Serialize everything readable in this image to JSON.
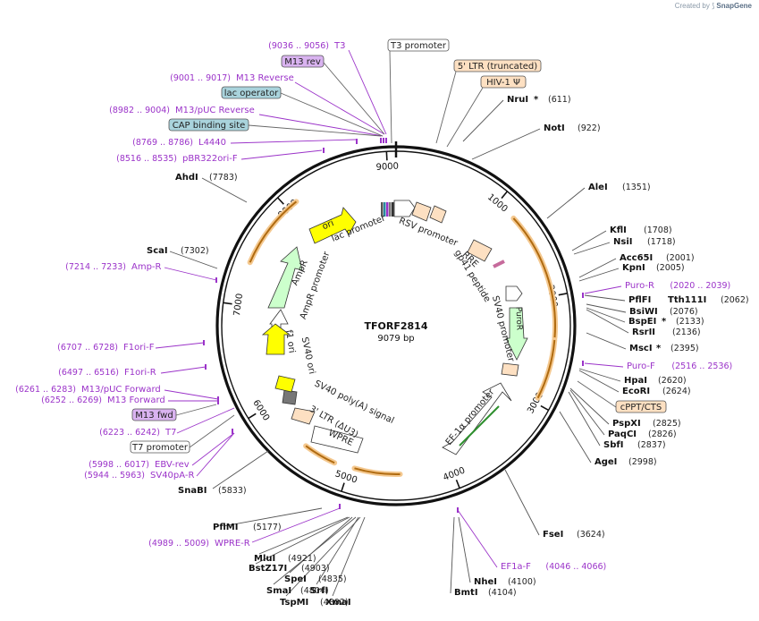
{
  "credit": {
    "prefix": "Created by",
    "brand": "SnapGene"
  },
  "plasmid": {
    "name": "TFORF2814",
    "size": "9079 bp"
  },
  "ticks": [
    "1000",
    "2000",
    "3000",
    "4000",
    "5000",
    "6000",
    "7000",
    "8000",
    "9000"
  ],
  "enzymes": [
    {
      "name": "NruI",
      "star": "*",
      "pos": "(611)"
    },
    {
      "name": "NotI",
      "pos": "(922)"
    },
    {
      "name": "AleI",
      "pos": "(1351)"
    },
    {
      "name": "KflI",
      "pos": "(1708)"
    },
    {
      "name": "NsiI",
      "pos": "(1718)"
    },
    {
      "name": "Acc65I",
      "pos": "(2001)"
    },
    {
      "name": "KpnI",
      "pos": "(2005)"
    },
    {
      "name": "PflFI",
      "pos": ""
    },
    {
      "name": "Tth111I",
      "pos": "(2062)"
    },
    {
      "name": "BsiWI",
      "pos": "(2076)"
    },
    {
      "name": "BspEI",
      "star": "*",
      "pos": "(2133)"
    },
    {
      "name": "RsrII",
      "pos": "(2136)"
    },
    {
      "name": "MscI",
      "star": "*",
      "pos": "(2395)"
    },
    {
      "name": "HpaI",
      "pos": "(2620)"
    },
    {
      "name": "EcoRI",
      "pos": "(2624)"
    },
    {
      "name": "PspXI",
      "pos": "(2825)"
    },
    {
      "name": "PaqCI",
      "pos": "(2826)"
    },
    {
      "name": "SbfI",
      "pos": "(2837)"
    },
    {
      "name": "AgeI",
      "pos": "(2998)"
    },
    {
      "name": "FseI",
      "pos": "(3624)"
    },
    {
      "name": "NheI",
      "pos": "(4100)"
    },
    {
      "name": "BmtI",
      "pos": "(4104)"
    },
    {
      "name": "XmaI",
      "pos": ""
    },
    {
      "name": "TspMI",
      "pos": "(4802)"
    },
    {
      "name": "SrfI",
      "pos": ""
    },
    {
      "name": "SmaI",
      "pos": "(4804)"
    },
    {
      "name": "SpeI",
      "pos": "(4835)"
    },
    {
      "name": "BstZ17I",
      "pos": "(4903)"
    },
    {
      "name": "MluI",
      "pos": "(4921)"
    },
    {
      "name": "PflMI",
      "pos": "(5177)"
    },
    {
      "name": "SnaBI",
      "pos": "(5833)"
    },
    {
      "name": "ScaI",
      "pos": "(7302)"
    },
    {
      "name": "AhdI",
      "pos": "(7783)"
    }
  ],
  "primers": [
    {
      "name": "T3",
      "pos": "(9036 .. 9056)"
    },
    {
      "name": "M13 Reverse",
      "pos": "(9001 .. 9017)"
    },
    {
      "name": "M13/pUC Reverse",
      "pos": "(8982 .. 9004)"
    },
    {
      "name": "L4440",
      "pos": "(8769 .. 8786)"
    },
    {
      "name": "pBR322ori-F",
      "pos": "(8516 .. 8535)"
    },
    {
      "name": "Amp-R",
      "pos": "(7214 .. 7233)"
    },
    {
      "name": "F1ori-F",
      "pos": "(6707 .. 6728)"
    },
    {
      "name": "F1ori-R",
      "pos": "(6497 .. 6516)"
    },
    {
      "name": "M13/pUC Forward",
      "pos": "(6261 .. 6283)"
    },
    {
      "name": "M13 Forward",
      "pos": "(6252 .. 6269)"
    },
    {
      "name": "T7",
      "pos": "(6223 .. 6242)"
    },
    {
      "name": "EBV-rev",
      "pos": "(5998 .. 6017)"
    },
    {
      "name": "SV40pA-R",
      "pos": "(5944 .. 5963)"
    },
    {
      "name": "WPRE-R",
      "pos": "(4989 .. 5009)"
    },
    {
      "name": "Puro-R",
      "pos": "(2020 .. 2039)"
    },
    {
      "name": "Puro-F",
      "pos": "(2516 .. 2536)"
    },
    {
      "name": "EF1a-F",
      "pos": "(4046 .. 4066)"
    }
  ],
  "boxes": [
    {
      "text": "T3 promoter",
      "kind": "white"
    },
    {
      "text": "M13 rev",
      "kind": "purple"
    },
    {
      "text": "lac operator",
      "kind": "teal"
    },
    {
      "text": "CAP binding site",
      "kind": "teal"
    },
    {
      "text": "5' LTR (truncated)",
      "kind": "tan"
    },
    {
      "text": "HIV-1 Ψ",
      "kind": "tan"
    },
    {
      "text": "cPPT/CTS",
      "kind": "tan"
    },
    {
      "text": "M13 fwd",
      "kind": "purple"
    },
    {
      "text": "T7 promoter",
      "kind": "white"
    }
  ],
  "features": [
    "lac promoter",
    "RSV promoter",
    "RRE",
    "gp41 peptide",
    "SV40 promoter",
    "PuroR",
    "EF-1α promoter",
    "WPRE",
    "3' LTR (ΔU3)",
    "SV40 poly(A) signal",
    "SV40 ori",
    "f1 ori",
    "AmpR promoter",
    "AmpR",
    "ori"
  ],
  "colors": {
    "primer": "#9b33c9",
    "backbone": "#111111",
    "ori": "#ffff00",
    "ampr": "#ccffcc",
    "tan": "#fde0c2",
    "teal": "#a9d3dc",
    "purpleBox": "#d9b3f0",
    "orf": "#e8a33a"
  }
}
